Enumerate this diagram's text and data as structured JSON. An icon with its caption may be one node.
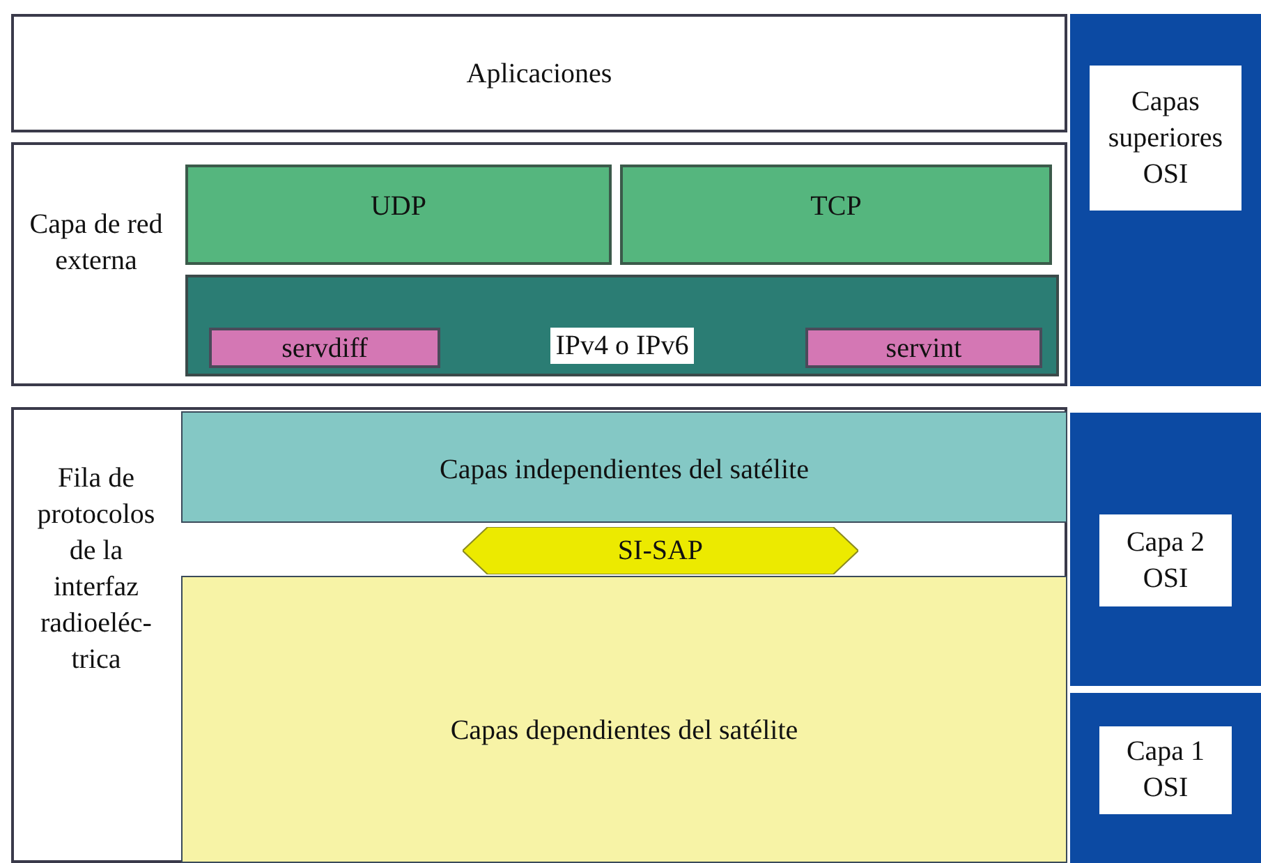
{
  "diagram": {
    "nodes": [
      {
        "text": [
          "Aplicaciones"
        ]
      },
      {
        "text": [
          "Capa de red externa"
        ]
      },
      {
        "text": [
          "UDP"
        ],
        "in": 1
      },
      {
        "text": [
          "TCP"
        ],
        "in": 1
      },
      {
        "text": [
          "IPv4 o IPv6"
        ],
        "in": 1
      },
      {
        "text": [
          "servdiff"
        ],
        "in": 4
      },
      {
        "text": [
          "servint"
        ],
        "in": 4
      },
      {
        "text": [
          "Fila de protocolos de la interfaz radioeléc- trica"
        ]
      },
      {
        "text": [
          "Capas independientes del satélite"
        ],
        "in": 7
      },
      {
        "text": [
          "SI-SAP"
        ],
        "in": 7
      },
      {
        "text": [
          "Capas dependientes del satélite"
        ],
        "in": 7
      },
      {
        "text": [
          "Capas superiores OSI"
        ]
      },
      {
        "text": [
          "Capa 2 OSI"
        ]
      },
      {
        "text": [
          "Capa 1 OSI"
        ]
      }
    ]
  }
}
